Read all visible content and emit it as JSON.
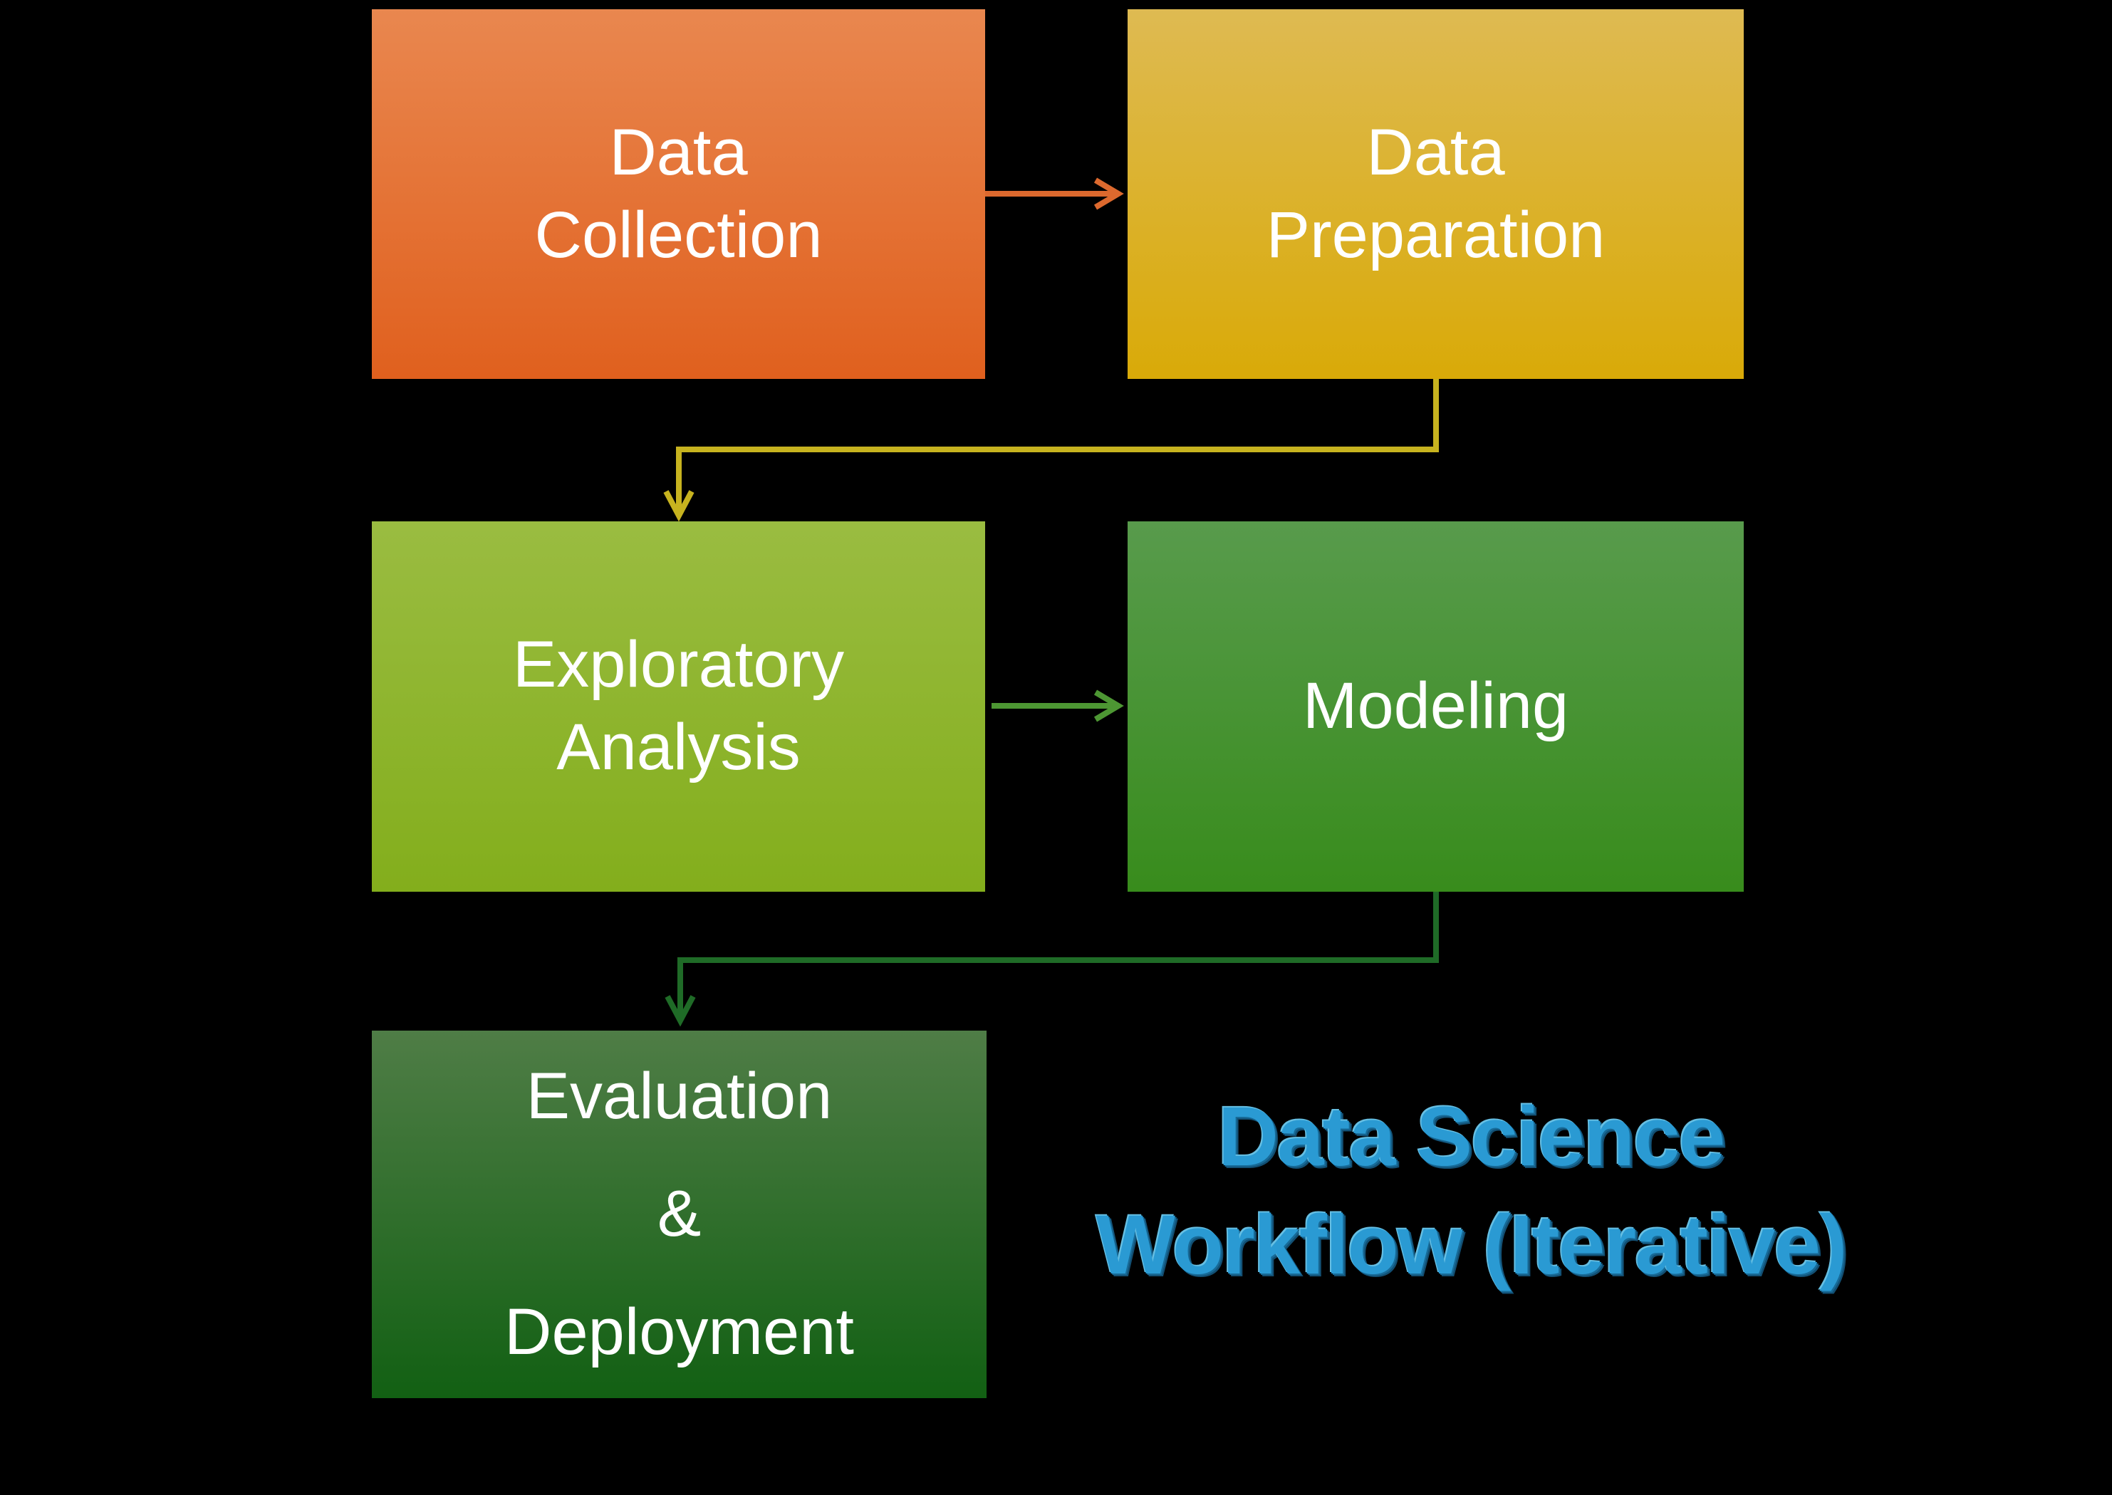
{
  "title": {
    "line1": "Data Science",
    "line2": "Workflow (Iterative)"
  },
  "nodes": [
    {
      "id": "data-collection",
      "label": "Data\nCollection"
    },
    {
      "id": "data-preparation",
      "label": "Data\nPreparation"
    },
    {
      "id": "exploratory-analysis",
      "label": "Exploratory\nAnalysis"
    },
    {
      "id": "modeling",
      "label": "Modeling"
    },
    {
      "id": "evaluation-deployment",
      "label": "Evaluation\n&\nDeployment"
    }
  ],
  "edges": [
    {
      "from": "data-collection",
      "to": "data-preparation",
      "color_key": "arrow-orange"
    },
    {
      "from": "data-preparation",
      "to": "exploratory-analysis",
      "color_key": "arrow-yellow"
    },
    {
      "from": "exploratory-analysis",
      "to": "modeling",
      "color_key": "arrow-green"
    },
    {
      "from": "modeling",
      "to": "evaluation-deployment",
      "color_key": "arrow-darkgreen"
    }
  ],
  "colors": {
    "bg": "#000000",
    "node-text": "#FFFFFF",
    "collection-top": "#E9874F",
    "collection-bottom": "#E0601E",
    "preparation-top": "#DEBA52",
    "preparation-bottom": "#D9AA08",
    "exploratory-top": "#9ABC41",
    "exploratory-bottom": "#83AE1C",
    "modeling-top": "#589B4C",
    "modeling-bottom": "#388C1C",
    "evaluation-top": "#4F7D46",
    "evaluation-bottom": "#126013",
    "arrow-orange": "#DC692E",
    "arrow-yellow": "#C7B31F",
    "arrow-green": "#4D9733",
    "arrow-darkgreen": "#1F6B27",
    "title-blue": "#2A9AD3",
    "title-highlight": "#66BFE3",
    "title-shadow": "#176A97",
    "title-shadow-deep": "#124F73"
  }
}
